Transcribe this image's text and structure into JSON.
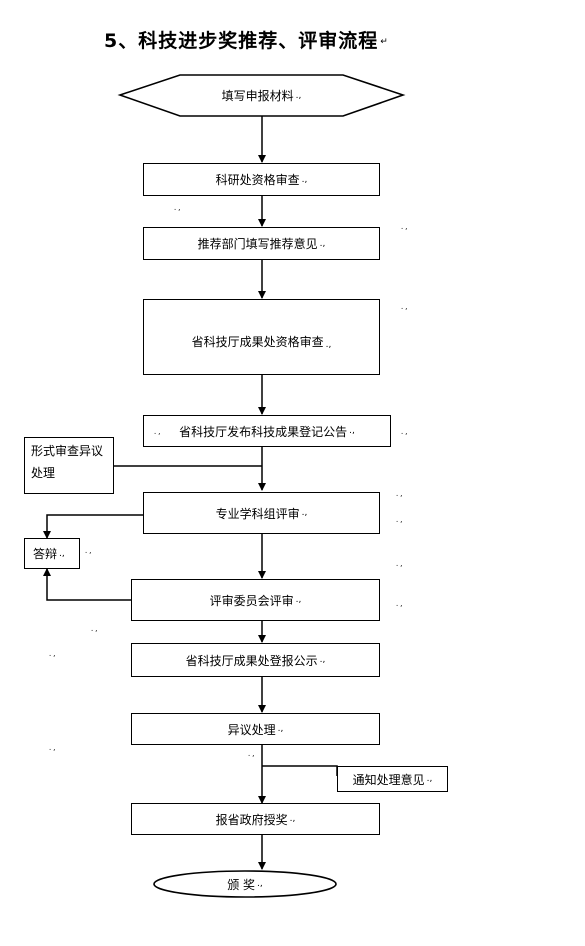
{
  "title": "5、科技进步奖推荐、评审流程",
  "para_mark": "↵",
  "small_mark": ".,",
  "nodes": {
    "start": "填写申报材料",
    "step1": "科研处资格审查",
    "step2": "推荐部门填写推荐意见",
    "step3": "省科技厅成果处资格审查",
    "step4": "省科技厅发布科技成果登记公告",
    "objection1": "形式审查异议处理",
    "step5": "专业学科组评审",
    "defense": "答辩",
    "step6": "评审委员会评审",
    "step7": "省科技厅成果处登报公示",
    "step8": "异议处理",
    "notify": "通知处理意见",
    "step9": "报省政府授奖",
    "end": "颁 奖"
  }
}
